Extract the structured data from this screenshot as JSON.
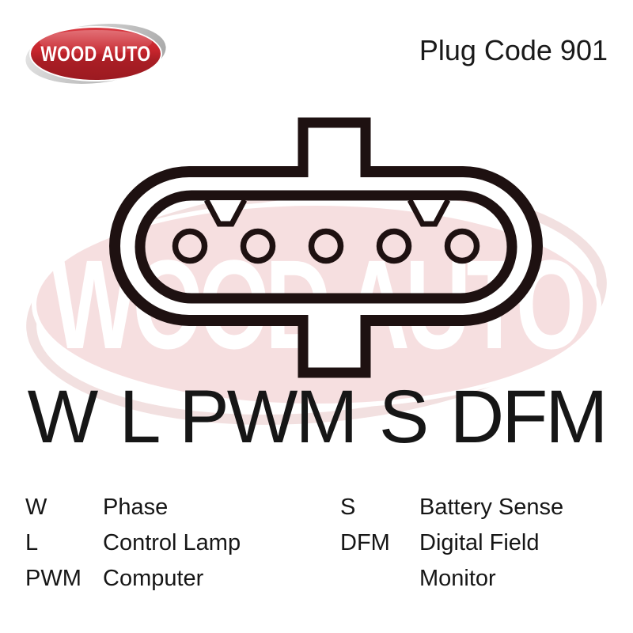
{
  "brand_logo": {
    "text": "WOOD AUTO",
    "red": "#c4262c",
    "swoosh_silver": "#c9c9c9"
  },
  "header": {
    "plug_code": "Plug Code 901"
  },
  "watermark": {
    "text": "WOOD AUTO",
    "pink": "#f6e4e4"
  },
  "connector": {
    "pin_count": 5,
    "notch_count": 2,
    "line_color": "#1e1111"
  },
  "pin_labels": "W L PWM S DFM",
  "legend": {
    "left": [
      {
        "term": "W",
        "definition": "Phase"
      },
      {
        "term": "L",
        "definition": "Control Lamp"
      },
      {
        "term": "PWM",
        "definition": "Computer"
      }
    ],
    "right": [
      {
        "term": "S",
        "definition": "Battery Sense"
      },
      {
        "term": "DFM",
        "definition": "Digital Field"
      },
      {
        "term": "",
        "definition": "Monitor"
      }
    ]
  }
}
